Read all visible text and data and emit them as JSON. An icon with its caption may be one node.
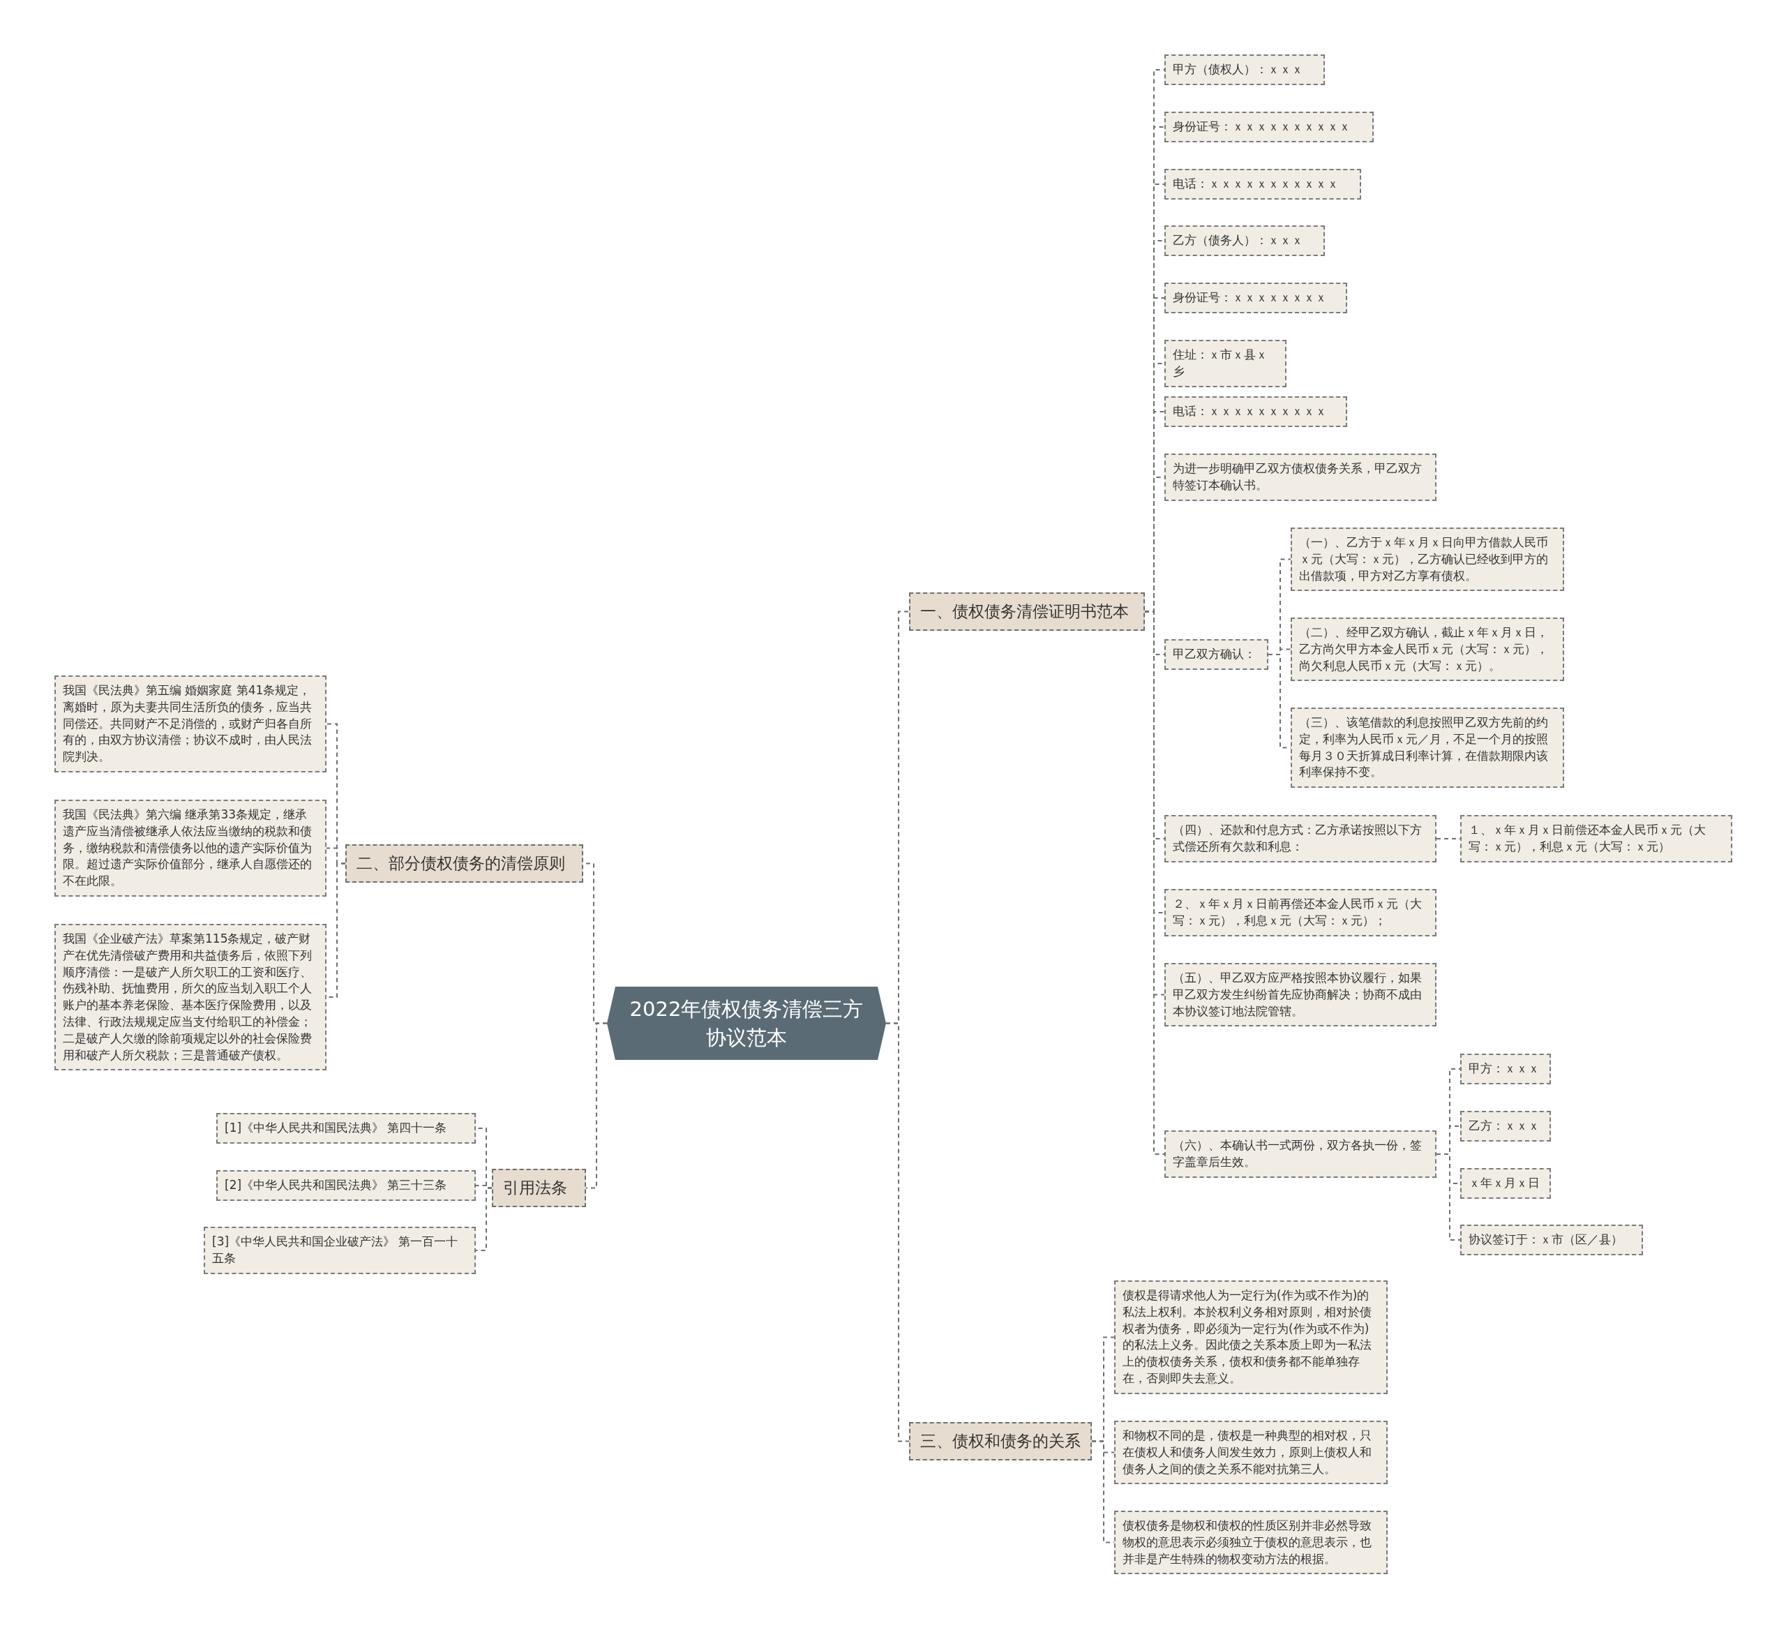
{
  "diagram": {
    "nodes": [
      {
        "text": [
          "2022年债权债务清偿三方协议范本"
        ]
      },
      {
        "text": [
          "一、债权债务清偿证明书范本"
        ]
      },
      {
        "text": [
          "甲方（债权人）：ｘｘｘ"
        ]
      },
      {
        "text": [
          "身份证号：ｘｘｘｘｘｘｘｘｘｘ"
        ]
      },
      {
        "text": [
          "电话：ｘｘｘｘｘｘｘｘｘｘｘ"
        ]
      },
      {
        "text": [
          "乙方（债务人）：ｘｘｘ"
        ]
      },
      {
        "text": [
          "身份证号：ｘｘｘｘｘｘｘｘ"
        ]
      },
      {
        "text": [
          "住址：ｘ市ｘ县ｘ乡"
        ]
      },
      {
        "text": [
          "电话：ｘｘｘｘｘｘｘｘｘｘ"
        ]
      },
      {
        "text": [
          "为进一步明确甲乙双方债权债务关系，甲乙双方特签订本确认书。"
        ]
      },
      {
        "text": [
          "甲乙双方确认："
        ]
      },
      {
        "text": [
          "（一）、乙方于ｘ年ｘ月ｘ日向甲方借款人民币ｘ元（大写：ｘ元），乙方确认已经收到甲方的出借款项，甲方对乙方享有债权。"
        ]
      },
      {
        "text": [
          "（二）、经甲乙双方确认，截止ｘ年ｘ月ｘ日，乙方尚欠甲方本金人民币ｘ元（大写：ｘ元），尚欠利息人民币ｘ元（大写：ｘ元）。"
        ]
      },
      {
        "text": [
          "（三）、该笔借款的利息按照甲乙双方先前的约定，利率为人民币ｘ元／月，不足一个月的按照每月３０天折算成日利率计算，在借款期限内该利率保持不变。"
        ]
      },
      {
        "text": [
          "（四）、还款和付息方式：乙方承诺按照以下方式偿还所有欠款和利息："
        ]
      },
      {
        "text": [
          "１、ｘ年ｘ月ｘ日前偿还本金人民币ｘ元（大写：ｘ元），利息ｘ元（大写：ｘ元）"
        ]
      },
      {
        "text": [
          "２、ｘ年ｘ月ｘ日前再偿还本金人民币ｘ元（大写：ｘ元），利息ｘ元（大写：ｘ元）；"
        ]
      },
      {
        "text": [
          "（五）、甲乙双方应严格按照本协议履行，如果甲乙双方发生纠纷首先应协商解决；协商不成由本协议签订地法院管辖。"
        ]
      },
      {
        "text": [
          "（六）、本确认书一式两份，双方各执一份，签字盖章后生效。"
        ]
      },
      {
        "text": [
          "甲方：ｘｘｘ"
        ]
      },
      {
        "text": [
          "乙方：ｘｘｘ"
        ]
      },
      {
        "text": [
          "ｘ年ｘ月ｘ日"
        ]
      },
      {
        "text": [
          "协议签订于：ｘ市（区／县）"
        ]
      },
      {
        "text": [
          "三、债权和债务的关系"
        ]
      },
      {
        "text": [
          "债权是得请求他人为一定行为(作为或不作为)的私法上权利。本於权利义务相对原则，相对於债权者为债务，即必须为一定行为(作为或不作为)的私法上义务。因此债之关系本质上即为一私法上的债权债务关系，债权和债务都不能单独存在，否则即失去意义。"
        ]
      },
      {
        "text": [
          "和物权不同的是，债权是一种典型的相对权，只在债权人和债务人间发生效力，原则上债权人和债务人之间的债之关系不能对抗第三人。"
        ]
      },
      {
        "text": [
          "债权债务是物权和债权的性质区别并非必然导致物权的意思表示必须独立于债权的意思表示，也并非是产生特殊的物权变动方法的根据。"
        ]
      },
      {
        "text": [
          "二、部分债权债务的清偿原则"
        ]
      },
      {
        "text": [
          "我国《民法典》第五编 婚姻家庭 第41条规定，离婚时，原为夫妻共同生活所负的债务，应当共同偿还。共同财产不足消偿的，或财产归各自所有的，由双方协议清偿；协议不成时，由人民法院判决。"
        ]
      },
      {
        "text": [
          "我国《民法典》第六编 继承第33条规定，继承遗产应当清偿被继承人依法应当缴纳的税款和债务，缴纳税款和清偿债务以他的遗产实际价值为限。超过遗产实际价值部分，继承人自愿偿还的不在此限。"
        ]
      },
      {
        "text": [
          "我国《企业破产法》草案第115条规定，破产财产在优先清偿破产费用和共益债务后，依照下列顺序清偿：一是破产人所欠职工的工资和医疗、伤残补助、抚恤费用，所欠的应当划入职工个人账户的基本养老保险、基本医疗保险费用，以及法律、行政法规规定应当支付给职工的补偿金；二是破产人欠缴的除前项规定以外的社会保险费用和破产人所欠税款；三是普通破产债权。"
        ]
      },
      {
        "text": [
          "引用法条"
        ]
      },
      {
        "text": [
          "[1]《中华人民共和国民法典》 第四十一条"
        ]
      },
      {
        "text": [
          "[2]《中华人民共和国民法典》 第三十三条"
        ]
      },
      {
        "text": [
          "[3]《中华人民共和国企业破产法》 第一百一十五条"
        ]
      }
    ],
    "edges": [
      {
        "from": 0,
        "to": 1,
        "arrow": "none"
      },
      {
        "from": 1,
        "to": 2,
        "arrow": "none"
      },
      {
        "from": 1,
        "to": 3,
        "arrow": "none"
      },
      {
        "from": 1,
        "to": 4,
        "arrow": "none"
      },
      {
        "from": 1,
        "to": 5,
        "arrow": "none"
      },
      {
        "from": 1,
        "to": 6,
        "arrow": "none"
      },
      {
        "from": 1,
        "to": 7,
        "arrow": "none"
      },
      {
        "from": 1,
        "to": 8,
        "arrow": "none"
      },
      {
        "from": 1,
        "to": 9,
        "arrow": "none"
      },
      {
        "from": 1,
        "to": 10,
        "arrow": "none"
      },
      {
        "from": 10,
        "to": 11,
        "arrow": "none"
      },
      {
        "from": 10,
        "to": 12,
        "arrow": "none"
      },
      {
        "from": 10,
        "to": 13,
        "arrow": "none"
      },
      {
        "from": 1,
        "to": 14,
        "arrow": "none"
      },
      {
        "from": 14,
        "to": 15,
        "arrow": "none"
      },
      {
        "from": 1,
        "to": 16,
        "arrow": "none"
      },
      {
        "from": 1,
        "to": 17,
        "arrow": "none"
      },
      {
        "from": 1,
        "to": 18,
        "arrow": "none"
      },
      {
        "from": 18,
        "to": 19,
        "arrow": "none"
      },
      {
        "from": 18,
        "to": 20,
        "arrow": "none"
      },
      {
        "from": 18,
        "to": 21,
        "arrow": "none"
      },
      {
        "from": 18,
        "to": 22,
        "arrow": "none"
      },
      {
        "from": 0,
        "to": 23,
        "arrow": "none"
      },
      {
        "from": 23,
        "to": 24,
        "arrow": "none"
      },
      {
        "from": 23,
        "to": 25,
        "arrow": "none"
      },
      {
        "from": 23,
        "to": 26,
        "arrow": "none"
      },
      {
        "from": 0,
        "to": 27,
        "arrow": "none"
      },
      {
        "from": 27,
        "to": 28,
        "arrow": "none"
      },
      {
        "from": 27,
        "to": 29,
        "arrow": "none"
      },
      {
        "from": 27,
        "to": 30,
        "arrow": "none"
      },
      {
        "from": 0,
        "to": 31,
        "arrow": "none"
      },
      {
        "from": 31,
        "to": 32,
        "arrow": "none"
      },
      {
        "from": 31,
        "to": 33,
        "arrow": "none"
      },
      {
        "from": 31,
        "to": 34,
        "arrow": "none"
      }
    ]
  }
}
